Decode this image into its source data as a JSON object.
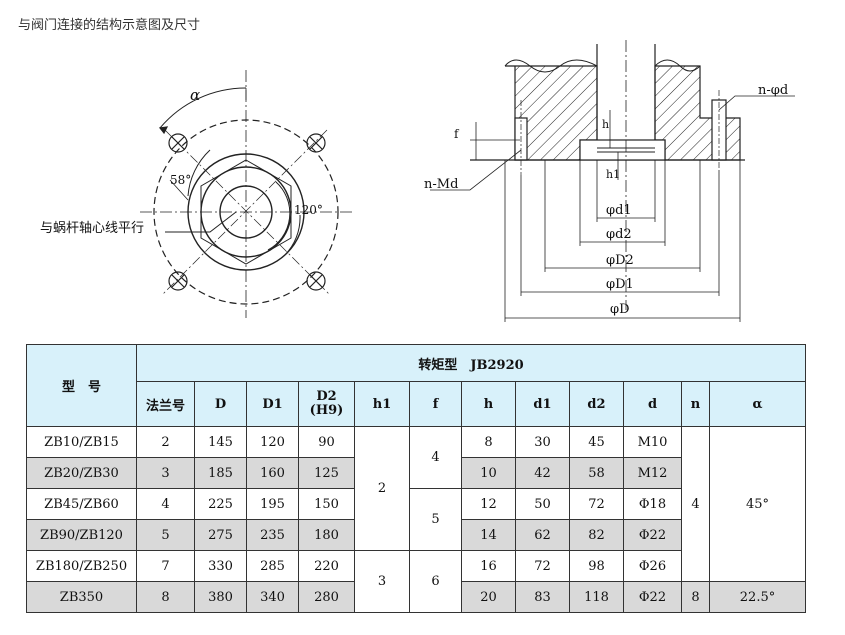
{
  "page": {
    "title": "与阀门连接的结构示意图及尺寸"
  },
  "drawing": {
    "labels": {
      "alpha": "α",
      "angle58": "58°",
      "angle120": "120°",
      "parallel_note": "与蜗杆轴心线平行",
      "n_phi_d": "n-φd",
      "n_Md": "n-Md",
      "f": "f",
      "h": "h",
      "h1": "h1",
      "d1": "φd1",
      "d2": "φd2",
      "D2": "φD2",
      "D1": "φD1",
      "D": "φD"
    }
  },
  "table": {
    "model_header": "型　号",
    "type_header": "转矩型　JB2920",
    "columns": [
      "法兰号",
      "D",
      "D1",
      "D2",
      "(H9)",
      "h1",
      "f",
      "h",
      "d1",
      "d2",
      "d",
      "n",
      "α"
    ],
    "rows": [
      {
        "model": "ZB10/ZB15",
        "flange": "2",
        "D": "145",
        "D1": "120",
        "D2": "90",
        "h": "8",
        "d1": "30",
        "d2": "45",
        "d": "M10"
      },
      {
        "model": "ZB20/ZB30",
        "flange": "3",
        "D": "185",
        "D1": "160",
        "D2": "125",
        "h": "10",
        "d1": "42",
        "d2": "58",
        "d": "M12"
      },
      {
        "model": "ZB45/ZB60",
        "flange": "4",
        "D": "225",
        "D1": "195",
        "D2": "150",
        "h": "12",
        "d1": "50",
        "d2": "72",
        "d": "Φ18"
      },
      {
        "model": "ZB90/ZB120",
        "flange": "5",
        "D": "275",
        "D1": "235",
        "D2": "180",
        "h": "14",
        "d1": "62",
        "d2": "82",
        "d": "Φ22"
      },
      {
        "model": "ZB180/ZB250",
        "flange": "7",
        "D": "330",
        "D1": "285",
        "D2": "220",
        "h": "16",
        "d1": "72",
        "d2": "98",
        "d": "Φ26"
      },
      {
        "model": "ZB350",
        "flange": "8",
        "D": "380",
        "D1": "340",
        "D2": "280",
        "h": "20",
        "d1": "83",
        "d2": "118",
        "d": "Φ22"
      }
    ],
    "merged": {
      "h1_a": "2",
      "h1_b": "3",
      "f_a": "4",
      "f_b": "5",
      "f_c": "6",
      "n_a": "4",
      "n_b": "8",
      "alpha_a": "45°",
      "alpha_b": "22.5°"
    }
  }
}
